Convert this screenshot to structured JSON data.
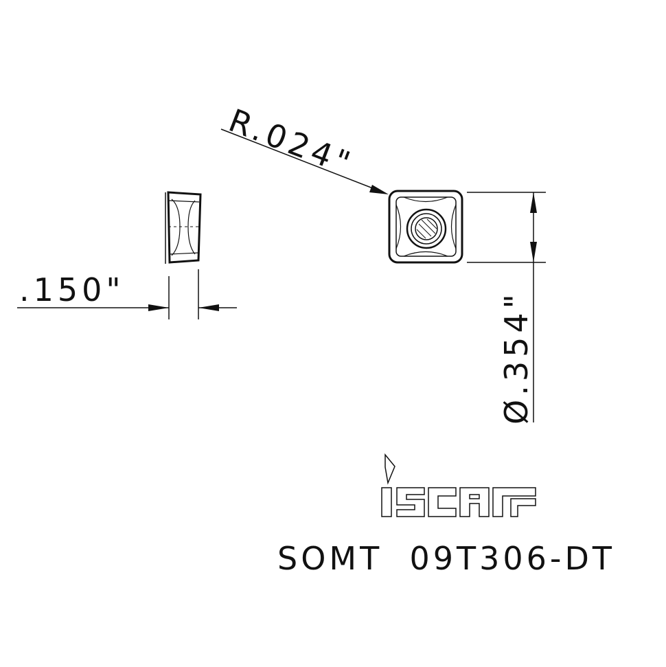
{
  "dimensions": {
    "thickness": ".150\"",
    "corner_radius": "R.024\"",
    "inscribed_circle": "Ø.354\""
  },
  "brand": {
    "logo_text": "iscar"
  },
  "part_number": "SOMT  09T306-DT",
  "colors": {
    "ink": "#111111",
    "background": "#ffffff"
  }
}
